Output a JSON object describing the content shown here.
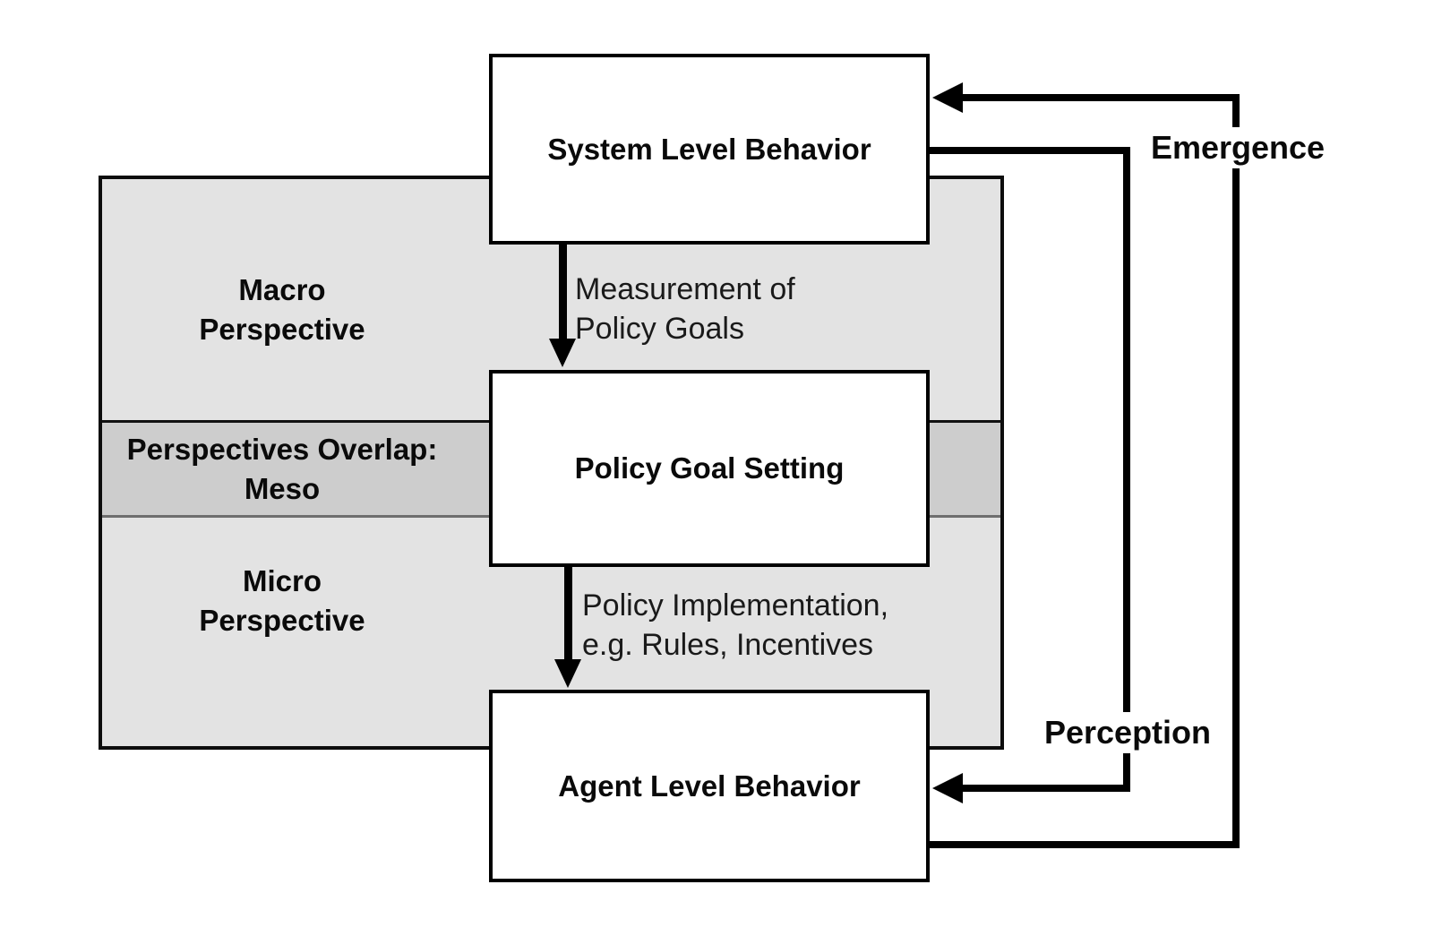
{
  "boxes": {
    "system": "System Level Behavior",
    "policy": "Policy Goal Setting",
    "agent": "Agent Level Behavior"
  },
  "bands": {
    "macro": {
      "line1": "Macro",
      "line2": "Perspective"
    },
    "meso": {
      "line1": "Perspectives Overlap:",
      "line2": "Meso"
    },
    "micro": {
      "line1": "Micro",
      "line2": "Perspective"
    }
  },
  "edges": {
    "measurement": {
      "line1": "Measurement of",
      "line2": "Policy Goals"
    },
    "implementation": {
      "line1": "Policy Implementation,",
      "line2": "e.g. Rules, Incentives"
    },
    "emergence": "Emergence",
    "perception": "Perception"
  },
  "colors": {
    "band_light": "#e3e3e3",
    "band_meso": "#cdcdcd",
    "box_background": "#ffffff",
    "line": "#000000"
  }
}
